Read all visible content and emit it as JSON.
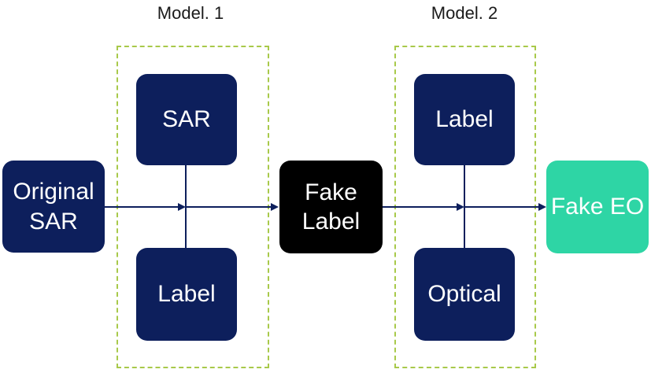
{
  "groups": {
    "model1": {
      "title": "Model. 1"
    },
    "model2": {
      "title": "Model. 2"
    }
  },
  "nodes": {
    "original_sar": "Original\nSAR",
    "model1_sar": "SAR",
    "model1_label": "Label",
    "fake_label": "Fake\nLabel",
    "model2_label": "Label",
    "model2_optical": "Optical",
    "fake_eo": "Fake EO"
  },
  "colors": {
    "navy": "#0d1f5c",
    "fake_label": "#000000",
    "fake_eo": "#2ed5a5",
    "dashed_border": "#a8c94a",
    "arrow": "#0d1f5c"
  }
}
